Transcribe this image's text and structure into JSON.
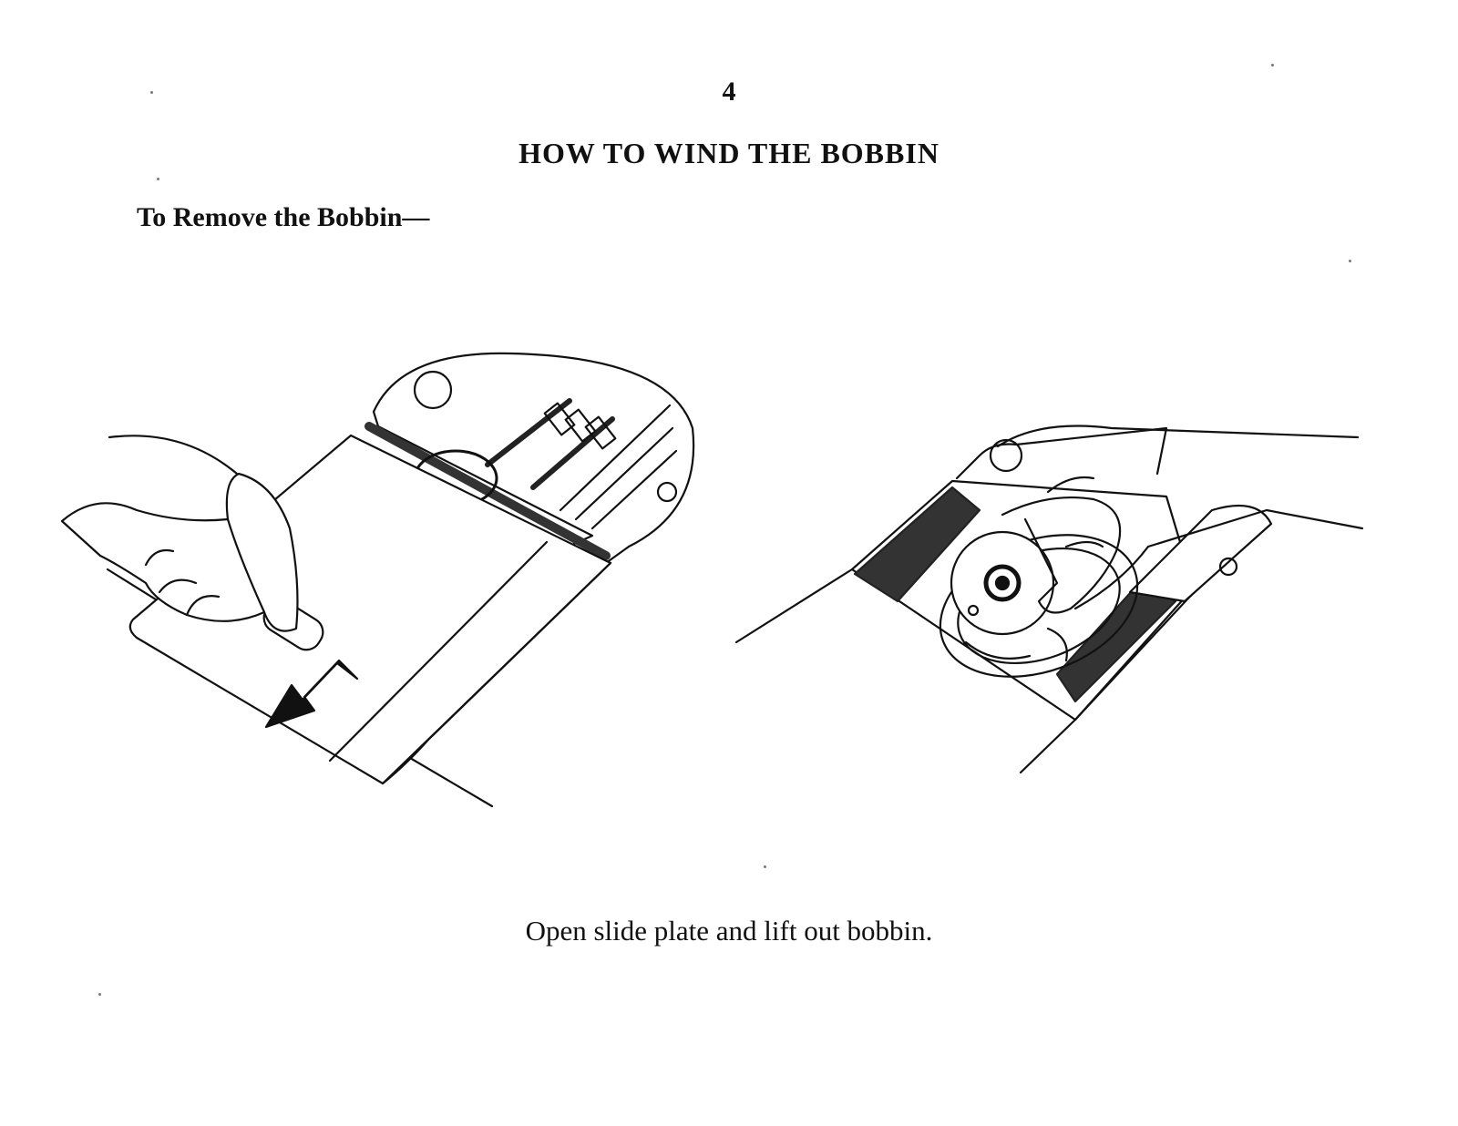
{
  "page_number": "4",
  "title": "HOW TO WIND THE BOBBIN",
  "subheading": "To Remove the Bobbin—",
  "caption": "Open slide plate and lift out bobbin.",
  "figures": [
    {
      "icon": "open-slide-plate-illustration"
    },
    {
      "icon": "lift-out-bobbin-illustration"
    }
  ]
}
